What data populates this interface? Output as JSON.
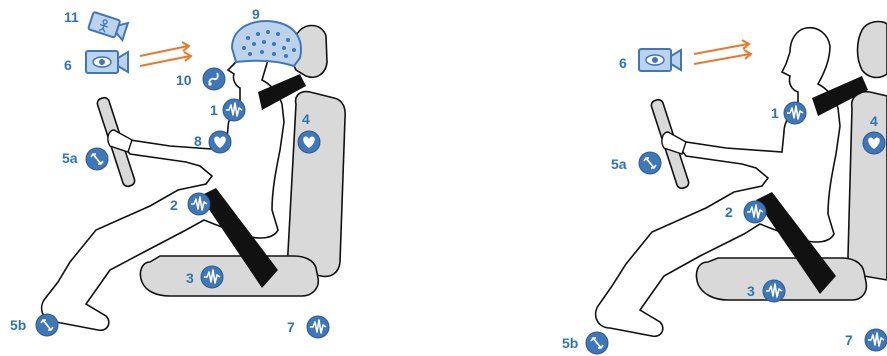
{
  "colors": {
    "sensor_fill": "#3f77b8",
    "sensor_stroke": "#2a5a93",
    "label_text": "#2f75b5",
    "seat_fill": "#d9d9d9",
    "belt": "#111111",
    "arrow": "#e8792a",
    "camera_fill": "#bcd3ee",
    "camera_stroke": "#3f77b8"
  },
  "left_panel": {
    "labels": {
      "eeg_cap": "9",
      "body_camera": "11",
      "eye_camera": "6",
      "breath_sensor": "10",
      "neck_sensor": "1",
      "heart_chest": "8",
      "seat_back": "4",
      "steering": "5a",
      "belt_sensor": "2",
      "seat_base": "3",
      "pedal": "5b",
      "floor_sensor": "7"
    }
  },
  "right_panel": {
    "labels": {
      "eye_camera": "6",
      "neck_sensor": "1",
      "seat_back": "4",
      "steering": "5a",
      "belt_sensor": "2",
      "seat_base": "3",
      "pedal": "5b",
      "floor_sensor": "7"
    }
  }
}
